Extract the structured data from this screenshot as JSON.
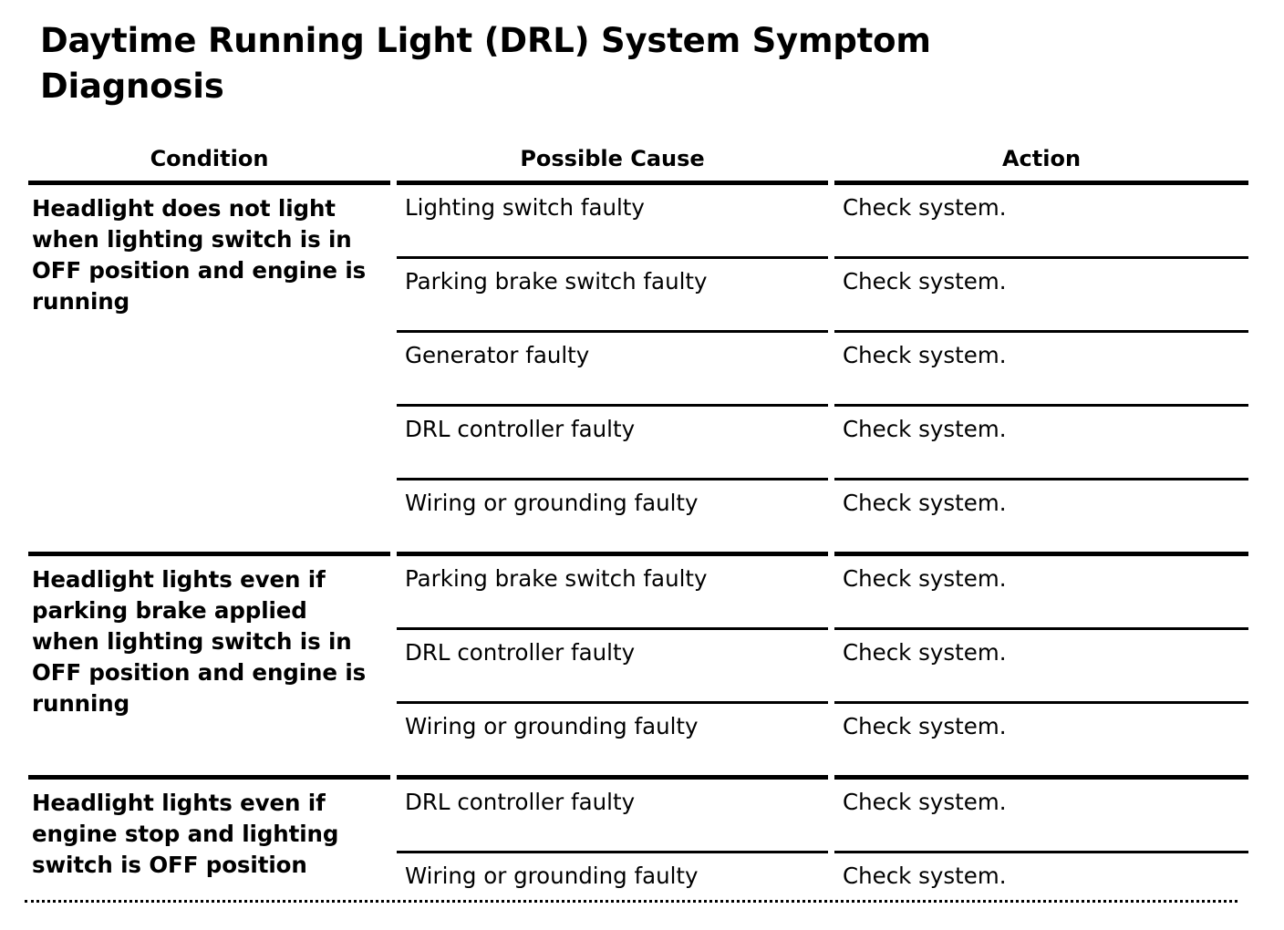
{
  "document": {
    "title": "Daytime Running Light (DRL) System Symptom Diagnosis"
  },
  "table": {
    "headers": {
      "condition": "Condition",
      "possible_cause": "Possible Cause",
      "action": "Action"
    },
    "sections": [
      {
        "condition": "Headlight does not light when lighting switch is in OFF position and engine is running",
        "rows": [
          {
            "cause": "Lighting switch faulty",
            "action": "Check system."
          },
          {
            "cause": "Parking brake switch faulty",
            "action": "Check system."
          },
          {
            "cause": "Generator faulty",
            "action": "Check system."
          },
          {
            "cause": "DRL controller faulty",
            "action": "Check system."
          },
          {
            "cause": "Wiring or grounding faulty",
            "action": "Check system."
          }
        ]
      },
      {
        "condition": "Headlight lights even if parking brake applied when lighting switch is in OFF position and engine is running",
        "rows": [
          {
            "cause": "Parking brake switch faulty",
            "action": "Check system."
          },
          {
            "cause": "DRL controller faulty",
            "action": "Check system."
          },
          {
            "cause": "Wiring or grounding faulty",
            "action": "Check system."
          }
        ]
      },
      {
        "condition": "Headlight lights even if engine stop and lighting switch is OFF position",
        "rows": [
          {
            "cause": "DRL controller faulty",
            "action": "Check system."
          },
          {
            "cause": "Wiring or grounding faulty",
            "action": "Check system."
          }
        ]
      }
    ]
  },
  "colors": {
    "text": "#000000",
    "background": "#ffffff",
    "rule": "#000000"
  }
}
